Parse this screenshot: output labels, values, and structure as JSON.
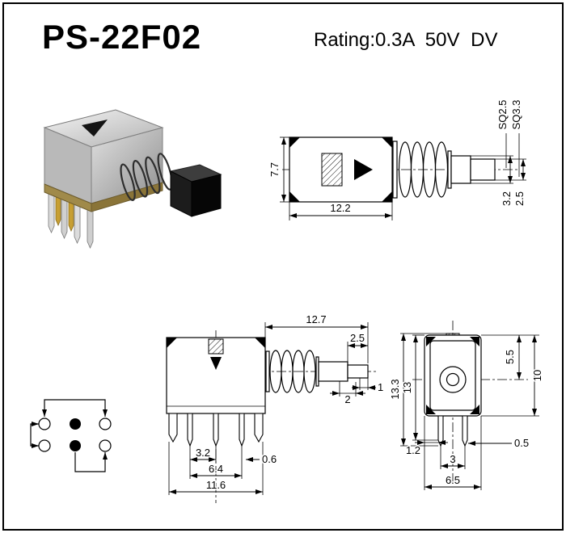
{
  "header": {
    "title": "PS-22F02",
    "rating": "Rating:0.3A 50V DV"
  },
  "colors": {
    "ink": "#000000",
    "paper": "#ffffff"
  },
  "dims": {
    "side": {
      "height": "7.7",
      "width": "12.2",
      "sq_tip": "SQ2.5",
      "sq_shaft": "SQ3.3",
      "shaft_h": "3.2",
      "tip_h": "2.5"
    },
    "front": {
      "travel_len": "12.7",
      "tip_len": "2.5",
      "step": "2",
      "tip_step": "1",
      "pin_pitch": "3.2",
      "pin_span": "6.4",
      "overall_w": "11.6",
      "pin_w": "0.6"
    },
    "end": {
      "total_h": "13.3",
      "height2": "13",
      "body_h": "10",
      "btn_center": "5.5",
      "edge_offset": "1.2",
      "pin_pitch": "3",
      "body_w": "6.5",
      "pin_t": "0.5"
    }
  }
}
